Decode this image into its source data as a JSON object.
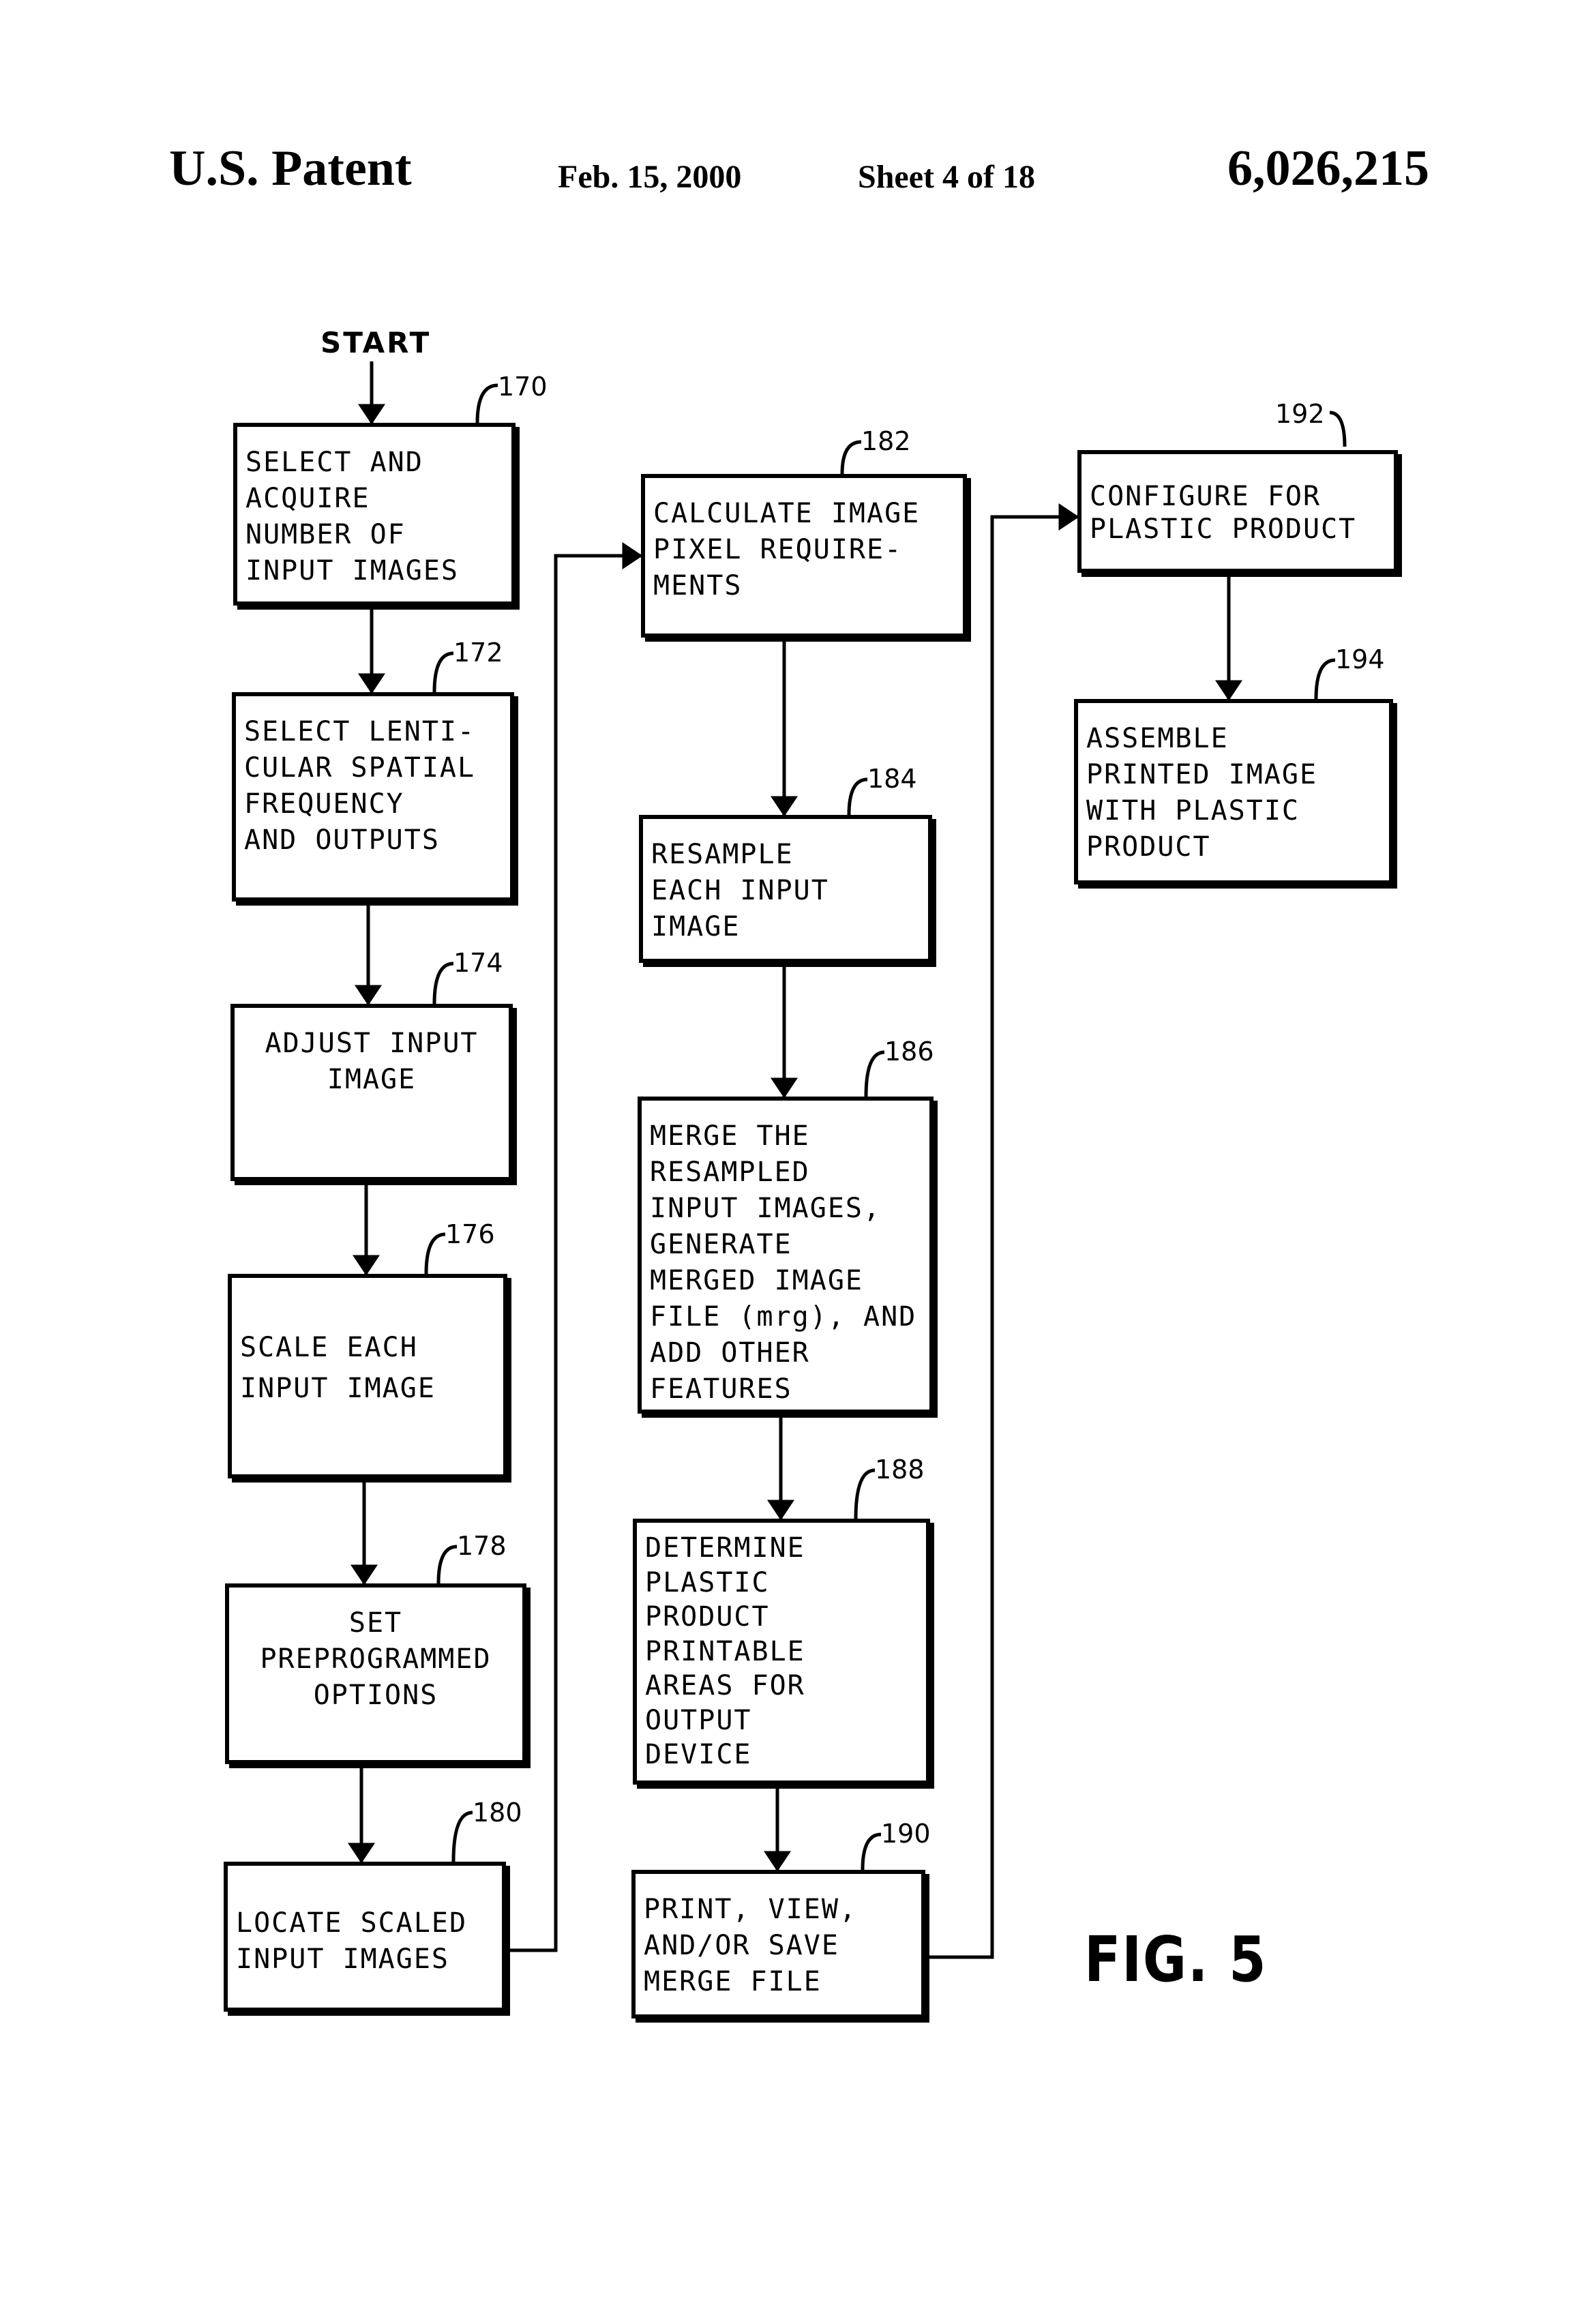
{
  "header": {
    "patent": "U.S. Patent",
    "date": "Feb. 15, 2000",
    "sheet": "Sheet 4 of 18",
    "number": "6,026,215"
  },
  "start_label": "START",
  "figure_label": "FIG. 5",
  "steps": {
    "s170": {
      "ref": "170",
      "text": "SELECT AND\nACQUIRE\nNUMBER OF\nINPUT IMAGES"
    },
    "s172": {
      "ref": "172",
      "text": "SELECT LENTI-\nCULAR SPATIAL\nFREQUENCY\nAND OUTPUTS"
    },
    "s174": {
      "ref": "174",
      "text": "ADJUST INPUT\nIMAGE"
    },
    "s176": {
      "ref": "176",
      "text": "SCALE EACH\nINPUT IMAGE"
    },
    "s178": {
      "ref": "178",
      "text": "SET\nPREPROGRAMMED\nOPTIONS"
    },
    "s180": {
      "ref": "180",
      "text": "LOCATE SCALED\nINPUT IMAGES"
    },
    "s182": {
      "ref": "182",
      "text": "CALCULATE IMAGE\nPIXEL REQUIRE-\nMENTS"
    },
    "s184": {
      "ref": "184",
      "text": "RESAMPLE\nEACH INPUT\nIMAGE"
    },
    "s186": {
      "ref": "186",
      "text": "MERGE THE\nRESAMPLED\nINPUT IMAGES,\nGENERATE\nMERGED IMAGE\nFILE (mrg), AND\nADD OTHER\nFEATURES"
    },
    "s188": {
      "ref": "188",
      "text": "DETERMINE\nPLASTIC\nPRODUCT\nPRINTABLE\nAREAS FOR\nOUTPUT\nDEVICE"
    },
    "s190": {
      "ref": "190",
      "text": "PRINT, VIEW,\nAND/OR SAVE\nMERGE FILE"
    },
    "s192": {
      "ref": "192",
      "text": "CONFIGURE FOR\nPLASTIC PRODUCT"
    },
    "s194": {
      "ref": "194",
      "text": "ASSEMBLE\nPRINTED IMAGE\nWITH PLASTIC\nPRODUCT"
    }
  }
}
